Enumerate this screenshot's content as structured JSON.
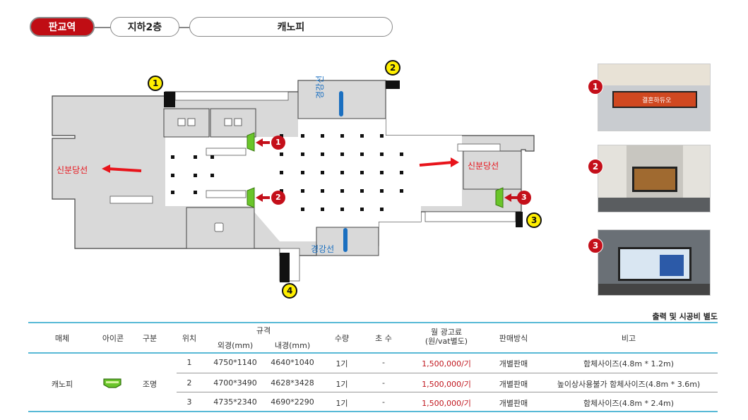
{
  "breadcrumb": {
    "station": "판교역",
    "floor": "지하2층",
    "ad_type": "캐노피"
  },
  "map": {
    "exit_numbers": [
      "1",
      "2",
      "3",
      "4"
    ],
    "ad_position_numbers": [
      "1",
      "2",
      "3"
    ],
    "lines": {
      "gyeonggang_top": "경강선",
      "gyeonggang_bottom": "경강선",
      "sinbundang_left": "신분당선",
      "sinbundang_right": "신분당선"
    },
    "colors": {
      "floor": "#d9d9d9",
      "wall": "#333333",
      "exit_marker_fill": "#ffef00",
      "ad_marker": "#c40f1a",
      "arrow_red": "#e8141b",
      "arrow_blue": "#1a6fc0",
      "canopy_green": "#6ac52a"
    }
  },
  "photos": [
    {
      "marker": "1",
      "caption": "결혼하듀오"
    },
    {
      "marker": "2",
      "caption": ""
    },
    {
      "marker": "3",
      "caption": ""
    }
  ],
  "note": "출력 및 시공비 별도",
  "table": {
    "headers": {
      "media": "매체",
      "icon": "아이콘",
      "category": "구분",
      "position": "위치",
      "spec": "규격",
      "outer": "외경(mm)",
      "inner": "내경(mm)",
      "quantity": "수량",
      "count": "초 수",
      "monthly_fee": "월 광고료\n(원/vat별도)",
      "sales": "판매방식",
      "remarks": "비고"
    },
    "media": "캐노피",
    "category": "조명",
    "rows": [
      {
        "position": "1",
        "outer": "4750*1140",
        "inner": "4640*1040",
        "quantity": "1기",
        "count": "-",
        "fee": "1,500,000/기",
        "sales": "개별판매",
        "remarks": "함체사이즈(4.8m * 1.2m)"
      },
      {
        "position": "2",
        "outer": "4700*3490",
        "inner": "4628*3428",
        "quantity": "1기",
        "count": "-",
        "fee": "1,500,000/기",
        "sales": "개별판매",
        "remarks": "높이상사용불가 함체사이즈(4.8m * 3.6m)"
      },
      {
        "position": "3",
        "outer": "4735*2340",
        "inner": "4690*2290",
        "quantity": "1기",
        "count": "-",
        "fee": "1,500,000/기",
        "sales": "개별판매",
        "remarks": "함체사이즈(4.8m * 2.4m)"
      }
    ]
  }
}
